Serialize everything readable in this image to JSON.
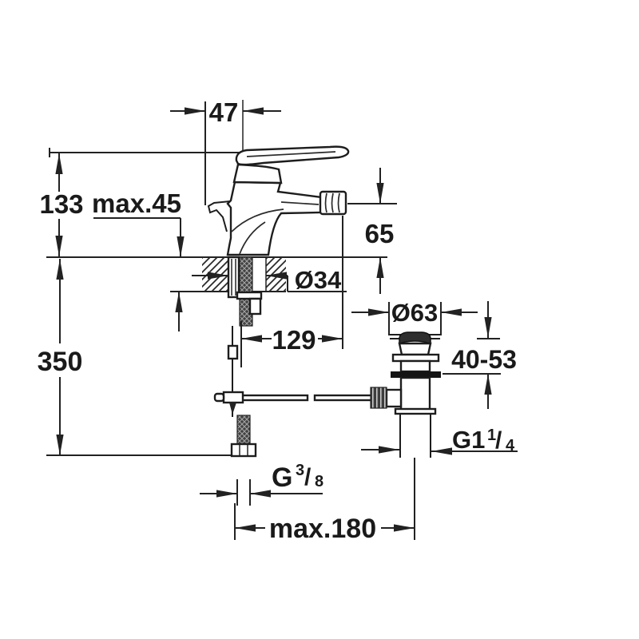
{
  "labels": {
    "handle_offset": "47",
    "total_height": "133",
    "max_deck_thickness": "max.45",
    "spout_height": "65",
    "shank_hole_diameter": "Ø34",
    "spout_reach": "129",
    "below_deck_height": "350",
    "waste_head_diameter": "Ø63",
    "waste_adjust_range": "40-53",
    "waste_thread": {
      "base": "G1",
      "numerator": "1",
      "divider": "/",
      "denominator": "4"
    },
    "supply_thread": {
      "base": "G",
      "numerator": "3",
      "divider": "/",
      "denominator": "8"
    },
    "max_spread": "max.180"
  },
  "colors": {
    "line": "#222222",
    "text": "#1a1a1a",
    "background": "#ffffff",
    "hatch": "#2a2a2a"
  }
}
